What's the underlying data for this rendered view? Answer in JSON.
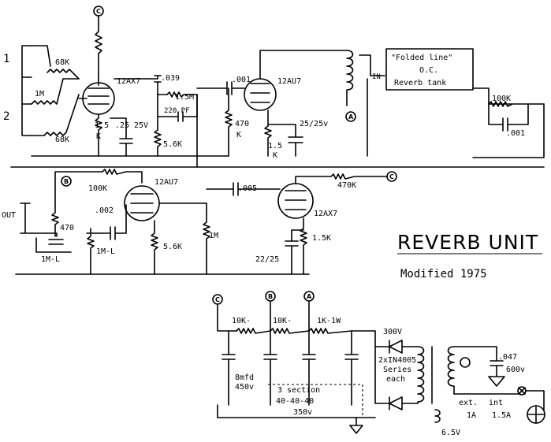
{
  "title": {
    "main": "REVERB UNIT",
    "sub": "Modified 1975"
  },
  "inputs": {
    "input_1": "1",
    "input_2": "2",
    "output": "OUT"
  },
  "tubes": {
    "v1": "12AX7",
    "v2": "12AU7",
    "v3": "12AU7",
    "v4": "12AX7"
  },
  "components": {
    "r_68k_top": "68K",
    "r_1m_in": "1M",
    "r_68k_bot": "68K",
    "r_1_5k_v1": "1.5",
    "r_1_5k_v1_unit": "K",
    "c_25_25v": ".25",
    "c_25_25v_rating": "25V",
    "c_039": ".039",
    "r_1_5m": "1.5M",
    "c_220pf": "220 PF",
    "r_5_6k_a": "5.6K",
    "c_001_a": ".001",
    "r_470k_a": "470",
    "r_470k_a_unit": "K",
    "r_1_5k_v2": "1.5",
    "r_1_5k_v2_unit": "K",
    "c_25_25v_v2": "25/25v",
    "tank_line1": "\"Folded line\"",
    "tank_line2": "O.C.",
    "tank_line3": "Reverb tank",
    "tank_in": "IN",
    "r_100k_tank": "100K",
    "c_001_tank": ".001",
    "r_100k_v3": "100K",
    "r_470_pot": "470",
    "c_002": ".002",
    "pot_1m_l_a": "1M-L",
    "pot_1m_l_b": "1M-L",
    "r_5_6k_b": "5.6K",
    "r_1m_grid": "1M",
    "c_005": ".005",
    "r_470k_b": "470K",
    "r_1_5k_v4": "1.5K",
    "c_22_25": "22/25"
  },
  "nodes": {
    "c": "C",
    "b": "B",
    "a": "A"
  },
  "power_supply": {
    "r_10k_1": "10K-",
    "r_10k_2": "10K-",
    "r_1k_1w": "1K-1W",
    "c_8mfd": "8mfd",
    "c_8mfd_rating": "450v",
    "c_section_1": "3 section",
    "c_section_2": "40-40-40",
    "c_section_3": "350v",
    "v_300": "300V",
    "diodes_1": "2xIN4005",
    "diodes_2": "Series",
    "diodes_3": "each",
    "heater_v": "6.5V",
    "c_047": ".047",
    "c_047_rating": "600v",
    "switch_1": "ext.",
    "switch_2": "int",
    "fuse_1": "1A",
    "fuse_2": "1.5A"
  }
}
